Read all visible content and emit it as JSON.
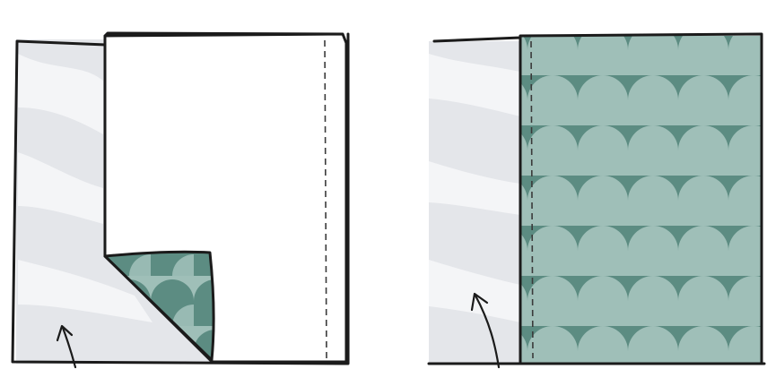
{
  "colors": {
    "background": "#ffffff",
    "fabric_base": "#e4e6ea",
    "fabric_streak": "#f4f5f7",
    "paper": "#ffffff",
    "outline": "#1b1b1b",
    "dashed_seam": "#3a3a3a",
    "scale_dark": "#5c8c82",
    "scale_mid": "#9fbfb8",
    "scale_light": "#c9dfdb"
  },
  "panels": [
    {
      "name": "left-step",
      "pattern": "scallop",
      "state": "corner-folded-back"
    },
    {
      "name": "right-step",
      "pattern": "scallop",
      "state": "flat-patterned-panel"
    }
  ]
}
